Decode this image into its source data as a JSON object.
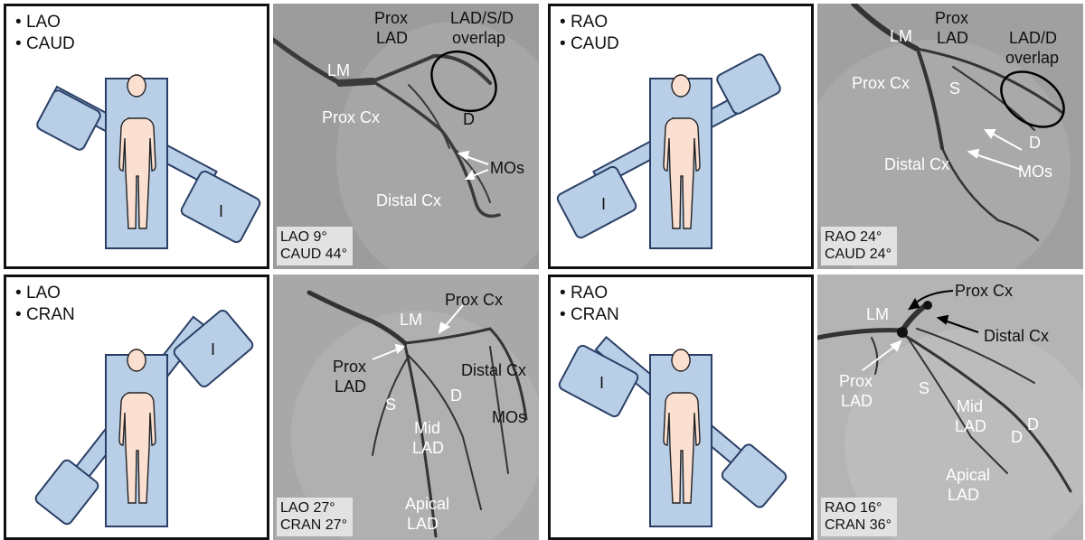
{
  "panels": [
    {
      "diagram": {
        "bullets": [
          "LAO",
          "CAUD"
        ],
        "intensifier": "I"
      },
      "angio": {
        "labels": [
          "Prox",
          "LAD",
          "LAD/S/D",
          "overlap",
          "LM",
          "Prox Cx",
          "D",
          "MOs",
          "Distal Cx"
        ],
        "angles": [
          "LAO 9°",
          "CAUD 44°"
        ]
      }
    },
    {
      "diagram": {
        "bullets": [
          "RAO",
          "CAUD"
        ],
        "intensifier": "I"
      },
      "angio": {
        "labels": [
          "LM",
          "Prox",
          "LAD",
          "LAD/D",
          "overlap",
          "Prox Cx",
          "S",
          "D",
          "Distal Cx",
          "MOs"
        ],
        "angles": [
          "RAO 24°",
          "CAUD 24°"
        ]
      }
    },
    {
      "diagram": {
        "bullets": [
          "LAO",
          "CRAN"
        ],
        "intensifier": "I"
      },
      "angio": {
        "labels": [
          "LM",
          "Prox Cx",
          "Prox",
          "LAD",
          "Distal Cx",
          "S",
          "D",
          "MOs",
          "Mid",
          "LAD",
          "Apical",
          "LAD"
        ],
        "angles": [
          "LAO 27°",
          "CRAN 27°"
        ]
      }
    },
    {
      "diagram": {
        "bullets": [
          "RAO",
          "CRAN"
        ],
        "intensifier": "I"
      },
      "angio": {
        "labels": [
          "Prox Cx",
          "LM",
          "Distal Cx",
          "Prox",
          "LAD",
          "S",
          "Mid",
          "LAD",
          "D",
          "D",
          "Apical",
          "LAD"
        ],
        "angles": [
          "RAO 16°",
          "CRAN 36°"
        ]
      }
    }
  ],
  "colors": {
    "table": "#b9cfe8",
    "table_edge": "#2a3f66",
    "skin": "#fbe0d1",
    "angio_bg": "#9c9c9c",
    "label_box": "#e2e2e2"
  }
}
